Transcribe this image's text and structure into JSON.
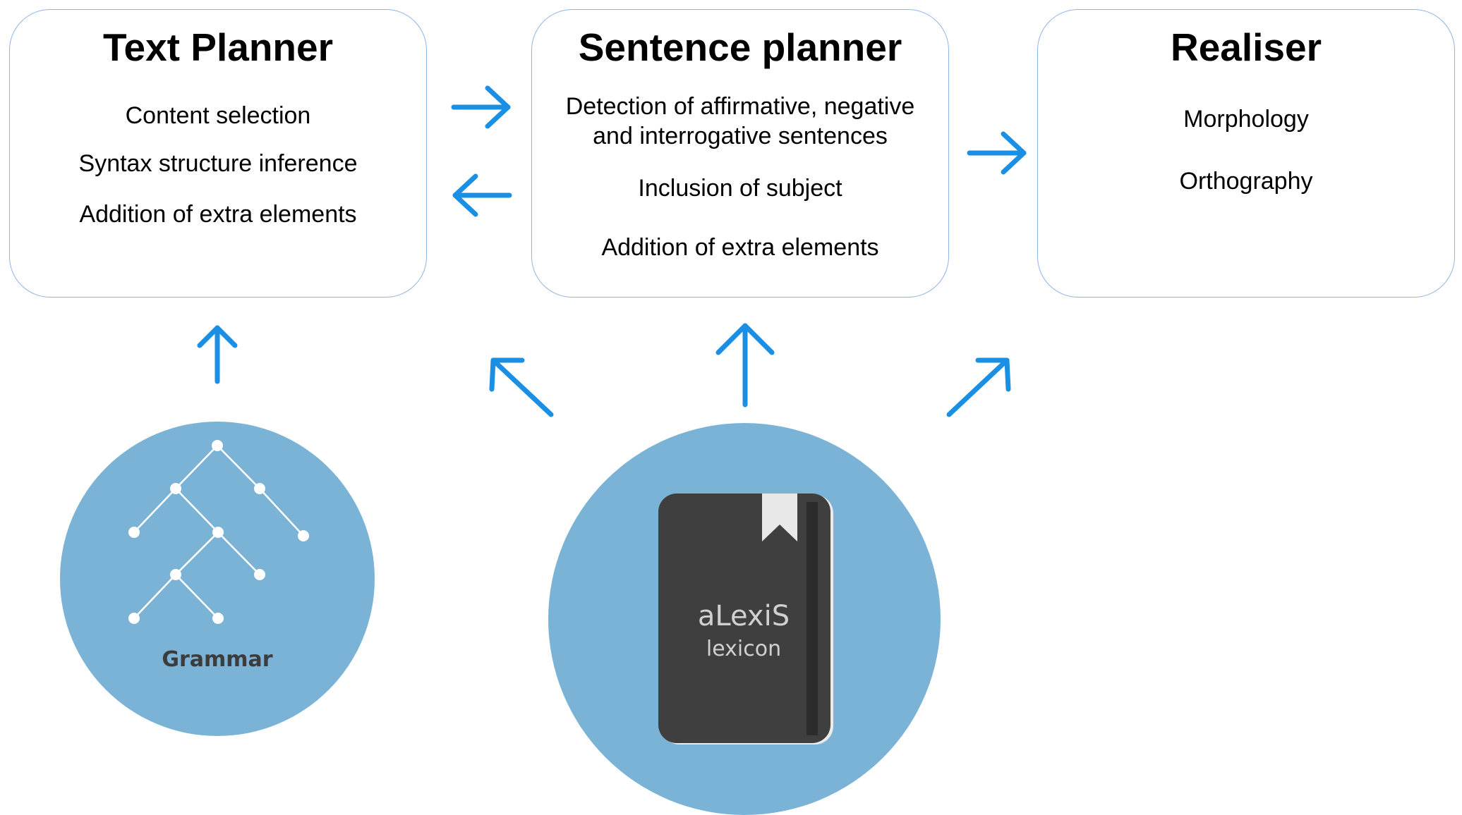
{
  "text_planner": {
    "title": "Text Planner",
    "items": [
      "Content selection",
      "Syntax structure inference",
      "Addition of extra elements"
    ]
  },
  "sentence_planner": {
    "title": "Sentence planner",
    "items": [
      "Detection of affirmative, negative",
      "and interrogative sentences",
      "Inclusion of subject",
      "Addition of extra elements"
    ]
  },
  "realiser": {
    "title": "Realiser",
    "items": [
      "Morphology",
      "Orthography"
    ]
  },
  "grammar": {
    "label": "Grammar"
  },
  "lexicon": {
    "name": "aLexiS",
    "subtitle": "lexicon"
  },
  "colors": {
    "arrow": "#1a8fe3",
    "box_border": "#8fb4e6",
    "circle_fill": "#7ab3d6",
    "book": "#3f3f3f",
    "book_spine": "#2c2c2c",
    "bookmark": "#e8e8e8",
    "grammar_text": "#3c3c3c",
    "lexicon_text": "#d0d0d0"
  }
}
